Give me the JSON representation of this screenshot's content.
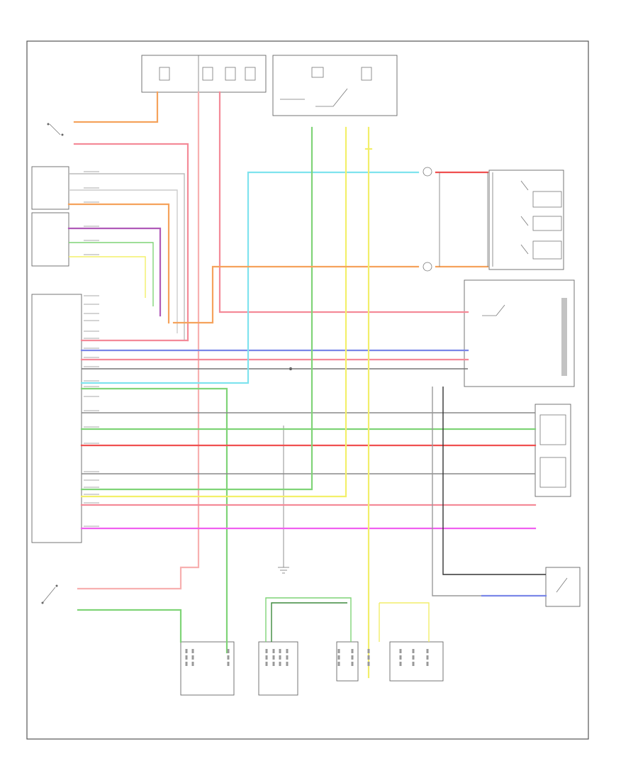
{
  "diagram": {
    "figure_code": "",
    "wire_colors": {
      "orange": "#f5a25c",
      "pink": "#f48a98",
      "red": "#f05050",
      "light_red": "#f7b0b0",
      "yellow": "#f2ee6a",
      "bright_yellow": "#f3f06a",
      "green": "#7fd477",
      "blue": "#7a86e8",
      "cyan": "#7fe3ee",
      "magenta": "#f060f0",
      "violet": "#b05ab8",
      "gray": "#bbbbbb",
      "black": "#333333",
      "dark_green": "#3d8a3d"
    },
    "icons": [
      "switch-symbol",
      "ground-symbol",
      "splice-dot",
      "connector-pins",
      "lamp-symbol",
      "relay-coil"
    ]
  }
}
